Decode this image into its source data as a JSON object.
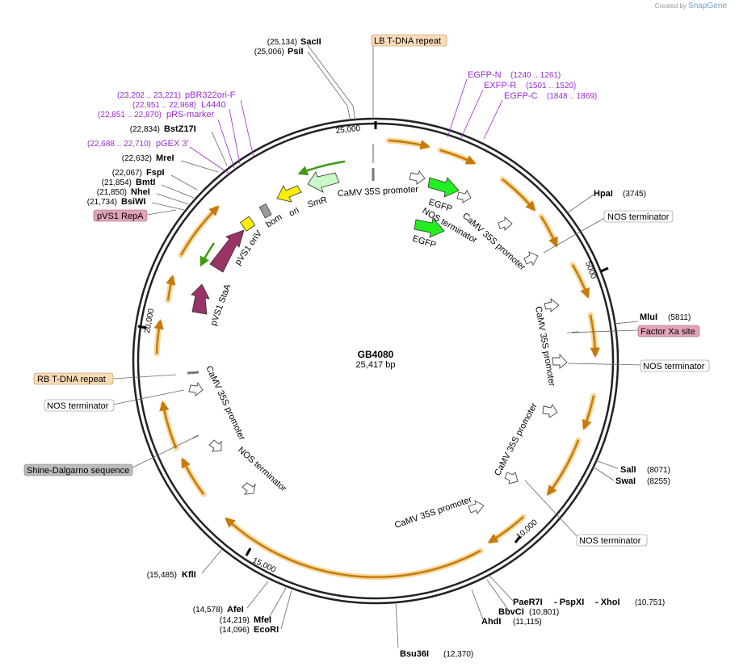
{
  "credit": {
    "prefix": "Created by",
    "brand": "SnapGene"
  },
  "plasmid": {
    "name": "GB4080",
    "length": "25,417 bp"
  },
  "ticks": [
    "25,000",
    "5000",
    "10,000",
    "15,000",
    "20,000"
  ],
  "sites_left": [
    {
      "pos": "(25,134)",
      "name": "SacII"
    },
    {
      "pos": "(25,006)",
      "name": "PsiI"
    },
    {
      "pos": "(22,834)",
      "name": "BstZ17I"
    },
    {
      "pos": "(22,632)",
      "name": "MreI"
    },
    {
      "pos": "(22,067)",
      "name": "FspI"
    },
    {
      "pos": "(21,854)",
      "name": "BmtI"
    },
    {
      "pos": "(21,850)",
      "name": "NheI"
    },
    {
      "pos": "(21,734)",
      "name": "BsiWI"
    },
    {
      "pos": "(15,485)",
      "name": "KflI"
    },
    {
      "pos": "(14,578)",
      "name": "AfeI"
    },
    {
      "pos": "(14,219)",
      "name": "MfeI"
    },
    {
      "pos": "(14,096)",
      "name": "EcoRI"
    }
  ],
  "sites_right": [
    {
      "name": "HpaI",
      "pos": "(3745)"
    },
    {
      "name": "MluI",
      "pos": "(5811)"
    },
    {
      "name": "SalI",
      "pos": "(8071)"
    },
    {
      "name": "SwaI",
      "pos": "(8255)"
    },
    {
      "name": "BbvCI",
      "pos": "(10,801)"
    },
    {
      "name": "AhdI",
      "pos": "(11,115)"
    }
  ],
  "site_combo": {
    "name1": "PaeR7I",
    "name2": "- PspXI",
    "name3": "- XhoI",
    "pos": "(10,751)"
  },
  "site_bottom": {
    "name": "Bsu36I",
    "pos": "(12,370)"
  },
  "primers_right": [
    {
      "name": "EGFP-N",
      "pos": "(1240 .. 1261)"
    },
    {
      "name": "EXFP-R",
      "pos": "(1501 .. 1520)"
    },
    {
      "name": "EGFP-C",
      "pos": "(1848 .. 1869)"
    }
  ],
  "primers_left": [
    {
      "pos": "(23,202 .. 23,221)",
      "name": "pBR322ori-F"
    },
    {
      "pos": "(22,951 .. 22,968)",
      "name": "L4440"
    },
    {
      "pos": "(22,851 .. 22,870)",
      "name": "pRS-marker"
    },
    {
      "pos": "(22,688 .. 22,710)",
      "name": "pGEX 3'"
    }
  ],
  "boxed": {
    "lb": "LB T-DNA repeat",
    "rb": "RB T-DNA repeat",
    "repa": "pVS1 RepA",
    "nos_r1": "NOS terminator",
    "nos_r2": "NOS terminator",
    "nos_r3": "NOS terminator",
    "nos_l": "NOS terminator",
    "factor": "Factor Xa site",
    "shine": "Shine-Dalgarno sequence"
  },
  "inner": {
    "camv_top": "CaMV 35S promoter",
    "smr": "SmR",
    "ori": "ori",
    "bom": "bom",
    "pvs1_oriv": "pVS1 oriV",
    "pvs1_staa": "pVS1 StaA",
    "egfp1": "EGFP",
    "egfp2": "EGFP",
    "nos_t1": "NOS terminator",
    "camv_r1": "CaMV 35S promoter",
    "camv_r2": "CaMV 35S promoter",
    "camv_r3": "CaMV 35S promoter",
    "camv_b": "CaMV 35S promoter",
    "camv_l": "CaMV 35S promoter",
    "nos_l": "NOS terminator"
  },
  "colors": {
    "orf": "#c77a0c",
    "orf_glow": "#f6d79a",
    "green_orf": "#3f9a14",
    "egfp": "#22ee22",
    "smr": "#ccf7c8",
    "ori": "#ffee00",
    "bom": "#999999",
    "pvs1": "#993366",
    "primer": "#9b2bd2",
    "repeat": "#fadbb8",
    "pink": "#e2a3bb",
    "grey_box": "#bbbbbb"
  }
}
